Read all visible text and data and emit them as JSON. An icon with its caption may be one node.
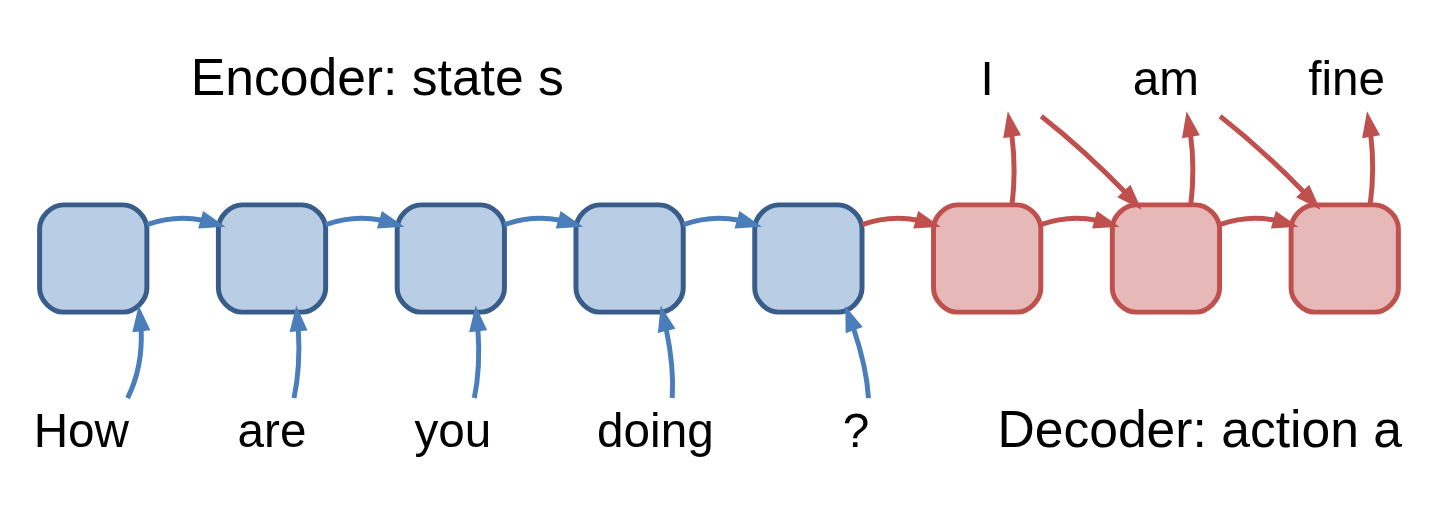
{
  "diagram": {
    "nodes": [
      {
        "text": [],
        "shape": "box"
      },
      {
        "text": [],
        "shape": "box"
      },
      {
        "text": [],
        "shape": "box"
      },
      {
        "text": [],
        "shape": "box"
      },
      {
        "text": [],
        "shape": "box"
      },
      {
        "text": [],
        "shape": "box"
      },
      {
        "text": [],
        "shape": "box"
      },
      {
        "text": [],
        "shape": "box"
      },
      {
        "text": [
          "How"
        ]
      },
      {
        "text": [
          "are"
        ]
      },
      {
        "text": [
          "you"
        ]
      },
      {
        "text": [
          "doing"
        ]
      },
      {
        "text": [
          "?"
        ]
      },
      {
        "text": [
          "I"
        ]
      },
      {
        "text": [
          "am"
        ]
      },
      {
        "text": [
          "fine"
        ]
      }
    ],
    "edges": [
      {
        "from": 8,
        "to": 0,
        "arrow": "to"
      },
      {
        "from": 9,
        "to": 1,
        "arrow": "to"
      },
      {
        "from": 10,
        "to": 2,
        "arrow": "to"
      },
      {
        "from": 11,
        "to": 3,
        "arrow": "to"
      },
      {
        "from": 12,
        "to": 4,
        "arrow": "to"
      },
      {
        "from": 0,
        "to": 1,
        "arrow": "to"
      },
      {
        "from": 1,
        "to": 2,
        "arrow": "to"
      },
      {
        "from": 2,
        "to": 3,
        "arrow": "to"
      },
      {
        "from": 3,
        "to": 4,
        "arrow": "to"
      },
      {
        "from": 4,
        "to": 5,
        "arrow": "to",
        "color": "#c0504d"
      },
      {
        "from": 5,
        "to": 6,
        "arrow": "to",
        "color": "#c0504d"
      },
      {
        "from": 6,
        "to": 7,
        "arrow": "to",
        "color": "#c0504d"
      },
      {
        "from": 5,
        "to": 13,
        "arrow": "to",
        "color": "#c0504d"
      },
      {
        "from": 6,
        "to": 14,
        "arrow": "to",
        "color": "#c0504d"
      },
      {
        "from": 7,
        "to": 15,
        "arrow": "to",
        "color": "#c0504d"
      },
      {
        "from": 13,
        "to": 6,
        "arrow": "to",
        "color": "#c0504d"
      },
      {
        "from": 14,
        "to": 7,
        "arrow": "to",
        "color": "#c0504d"
      }
    ],
    "labels": [
      "Encoder: state s",
      "Decoder: action a"
    ]
  }
}
